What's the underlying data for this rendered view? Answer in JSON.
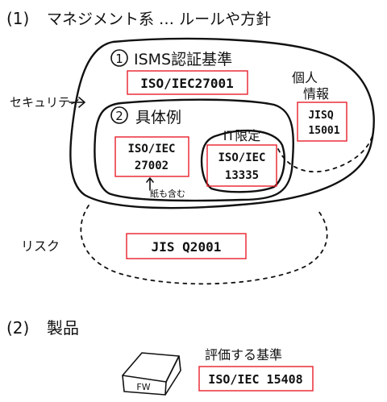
{
  "section1": {
    "number": "(1)",
    "title": "マネジメント系 … ルールや方針"
  },
  "security_label": "セキュリティ",
  "risk_label": "リスク",
  "isms": {
    "number": "1",
    "title": "ISMS認証基準",
    "standard": "ISO/IEC27001"
  },
  "concrete": {
    "number": "2",
    "title": "具体例"
  },
  "iso27002": {
    "line1": "ISO/IEC",
    "line2": "27002",
    "note": "紙も含む"
  },
  "it_limited": {
    "title": "IT限定",
    "line1": "ISO/IEC",
    "line2": "13335"
  },
  "personal": {
    "title_line1": "個人",
    "title_line2": "情報",
    "line1": "JISQ",
    "line2": "15001"
  },
  "jis_risk": "JIS Q2001",
  "section2": {
    "number": "(2)",
    "title": "製品"
  },
  "product": {
    "icon_label": "FW",
    "eval_title": "評価する基準",
    "standard": "ISO/IEC 15408"
  }
}
